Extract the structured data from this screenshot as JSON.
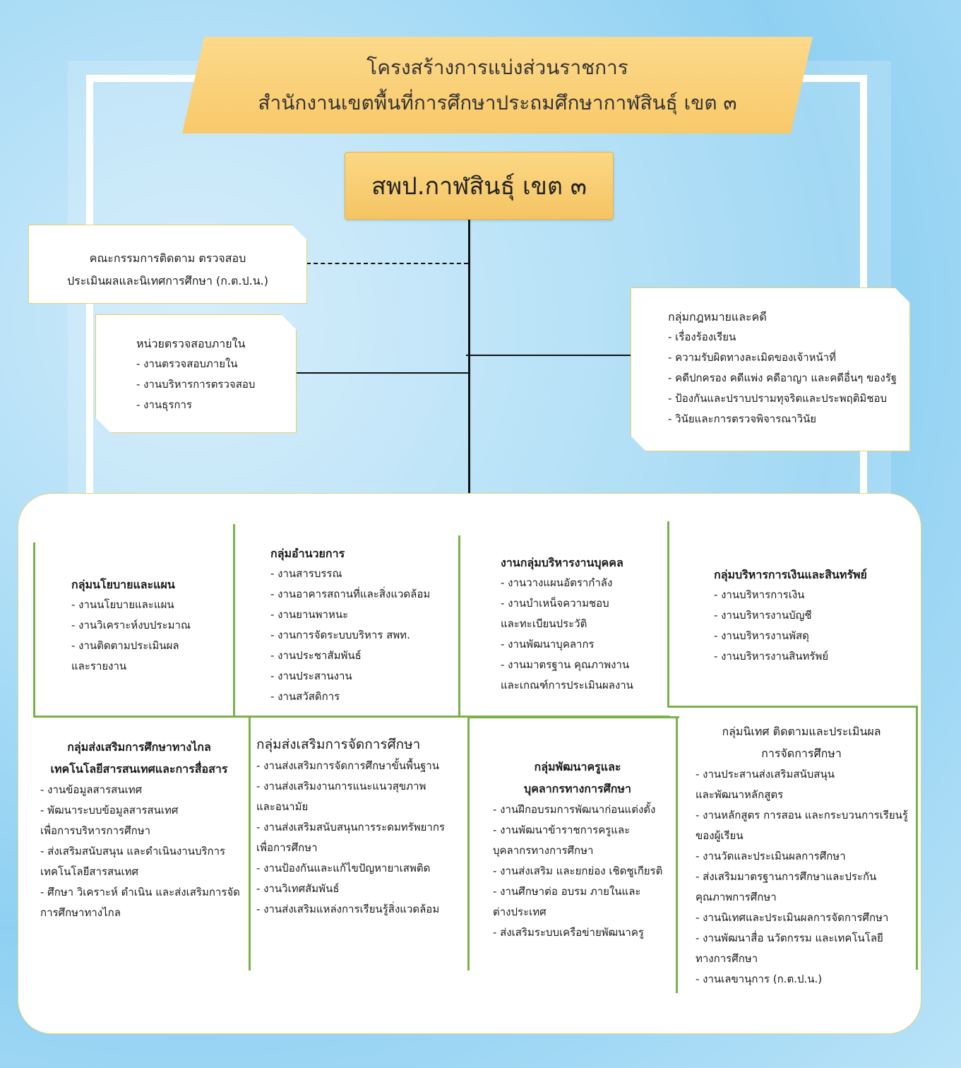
{
  "title": {
    "line1": "โครงสร้างการแบ่งส่วนราชการ",
    "line2": "สำนักงานเขตพื้นที่การศึกษาประถมศึกษากาฬสินธุ์ เขต ๓"
  },
  "root": {
    "label": "สพป.กาฬสินธุ์ เขต ๓"
  },
  "committee": {
    "line1": "คณะกรรมการติดตาม ตรวจสอบ",
    "line2": "ประเมินผลและนิเทศการศึกษา (ก.ต.ป.น.)"
  },
  "audit": {
    "title": "หน่วยตรวจสอบภายใน",
    "items": [
      "- งานตรวจสอบภายใน",
      "- งานบริหารการตรวจสอบ",
      "- งานธุรการ"
    ]
  },
  "legal": {
    "title": "กลุ่มกฎหมายและคดี",
    "items": [
      "- เรื่องร้องเรียน",
      "- ความรับผิดทางละเมิดของเจ้าหน้าที่",
      "- คดีปกครอง คดีแพ่ง คดีอาญา และคดีอื่นๆ ของรัฐ",
      "- ป้องกันและปราบปรามทุจริตและประพฤติมิชอบ",
      "- วินัยและการตรวจพิจารณาวินัย"
    ]
  },
  "groups": {
    "policy": {
      "title": "กลุ่มนโยบายและแผน",
      "lines": [
        "- งานนโยบายและแผน",
        "- งานวิเคราะห์งบประมาณ",
        "- งานติดตามประเมินผล",
        "และรายงาน"
      ]
    },
    "admin": {
      "title": "กลุ่มอำนวยการ",
      "lines": [
        "- งานสารบรรณ",
        "- งานอาคารสถานที่และสิ่งแวดล้อม",
        "- งานยานพาหนะ",
        "- งานการจัดระบบบริหาร สพท.",
        "- งานประชาสัมพันธ์",
        "- งานประสานงาน",
        "- งานสวัสดิการ"
      ]
    },
    "personnel": {
      "title": "งานกลุ่มบริหารงานบุคคล",
      "lines": [
        "- งานวางแผนอัตรากำลัง",
        "- งานบำเหน็จความชอบ",
        "และทะเบียนประวัติ",
        "- งานพัฒนาบุคลากร",
        "- งานมาตรฐาน คุณภาพงาน",
        " และเกณฑ์การประเมินผลงาน"
      ]
    },
    "finance": {
      "title": "กลุ่มบริหารการเงินและสินทรัพย์",
      "lines": [
        "- งานบริหารการเงิน",
        "- งานบริหารงานบัญชี",
        "- งานบริหารงานพัสดุ",
        "- งานบริหารงานสินทรัพย์"
      ]
    },
    "ict": {
      "title1": "กลุ่มส่งเสริมการศึกษาทางไกล",
      "title2": "เทคโนโลยีสารสนเทศและการสื่อสาร",
      "lines": [
        "- งานข้อมูลสารสนเทศ",
        "- พัฒนาระบบข้อมูลสารสนเทศ",
        "เพื่อการบริหารการศึกษา",
        "- ส่งเสริมสนับสนุน และดำเนินงานบริการ",
        " เทคโนโลยีสารสนเทศ",
        "- ศึกษา วิเคราะห์ ดำเนิน และส่งเสริมการจัด",
        "การศึกษาทางไกล"
      ]
    },
    "promotion": {
      "title": "กลุ่มส่งเสริมการจัดการศึกษา",
      "lines": [
        "- งานส่งเสริมการจัดการศึกษาขั้นพื้นฐาน",
        "- งานส่งเสริมงานการแนะแนวสุขภาพ",
        "และอนามัย",
        "- งานส่งเสริมสนับสนุนการระดมทรัพยากร",
        "เพื่อการศึกษา",
        "- งานป้องกันและแก้ไขปัญหายาเสพติด",
        "- งานวิเทศสัมพันธ์",
        "- งานส่งเสริมแหล่งการเรียนรู้สิ่งแวดล้อม"
      ]
    },
    "teacher": {
      "title1": "กลุ่มพัฒนาครูและ",
      "title2": "บุคลากรทางการศึกษา",
      "lines": [
        "- งานฝึกอบรมการพัฒนาก่อนแต่งตั้ง",
        "- งานพัฒนาข้าราชการครูและ",
        "บุคลากรทางการศึกษา",
        "- งานส่งเสริม และยกย่อง เชิดชูเกียรติ",
        "- งานศึกษาต่อ อบรม ภายในและ",
        "ต่างประเทศ",
        "- ส่งเสริมระบบเครือข่ายพัฒนาครู"
      ]
    },
    "supervision": {
      "title1": "กลุ่มนิเทศ ติดตามและประเมินผล",
      "title2": "การจัดการศึกษา",
      "lines": [
        "- งานประสานส่งเสริมสนับสนุน",
        "และพัฒนาหลักสูตร",
        "- งานหลักสูตร การสอน และกระบวนการเรียนรู้",
        "ของผู้เรียน",
        "- งานวัดและประเมินผลการศึกษา",
        "- ส่งเสริมมาตรฐานการศึกษาและประกัน",
        "คุณภาพการศึกษา",
        "- งานนิเทศและประเมินผลการจัดการศึกษา",
        "- งานพัฒนาสื่อ นวัตกรรม และเทคโนโลยี",
        "ทางการศึกษา",
        "- งานเลขานุการ (ก.ต.ป.น.)"
      ]
    }
  }
}
